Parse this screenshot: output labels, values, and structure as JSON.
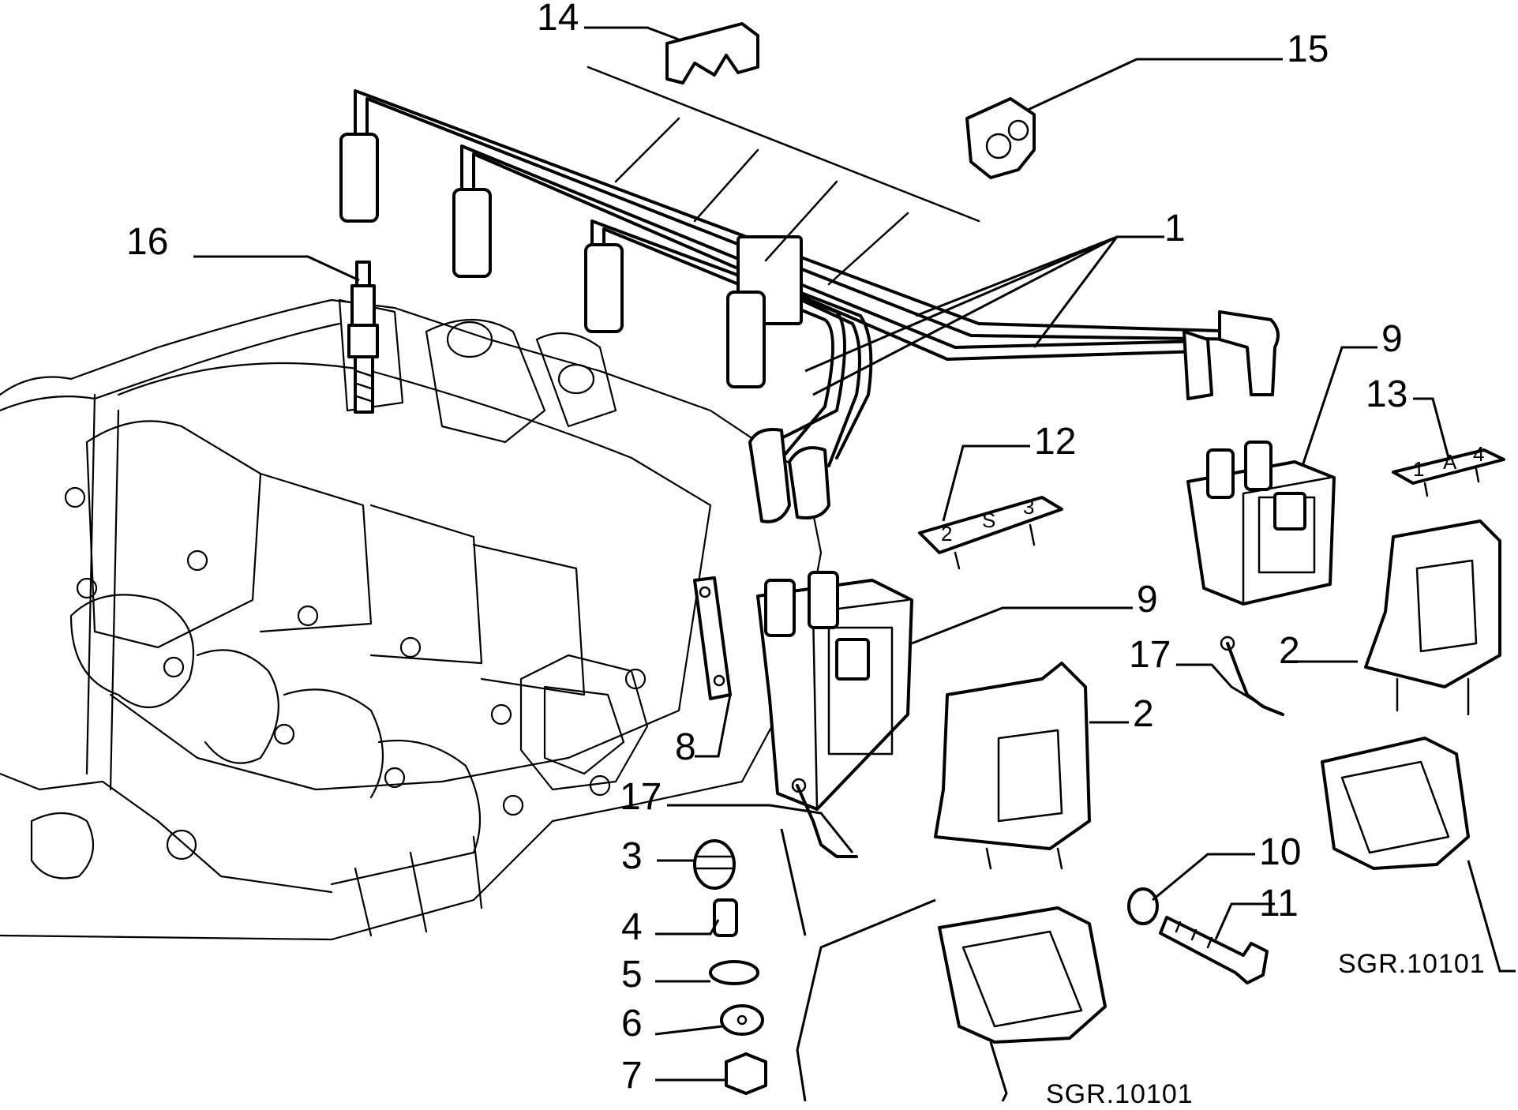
{
  "callouts": {
    "c1": "1",
    "c2a": "2",
    "c2b": "2",
    "c3": "3",
    "c4": "4",
    "c5": "5",
    "c6": "6",
    "c7": "7",
    "c8": "8",
    "c9a": "9",
    "c9b": "9",
    "c10": "10",
    "c11": "11",
    "c12": "12",
    "c13": "13",
    "c14": "14",
    "c15": "15",
    "c16": "16",
    "c17a": "17",
    "c17b": "17"
  },
  "references": {
    "ref_bottom": "SGR.10101",
    "ref_right": "SGR.10101"
  },
  "terminal_labels": {
    "label_12": [
      "2",
      "S",
      "3"
    ],
    "label_13": [
      "1",
      "A",
      "4"
    ]
  }
}
